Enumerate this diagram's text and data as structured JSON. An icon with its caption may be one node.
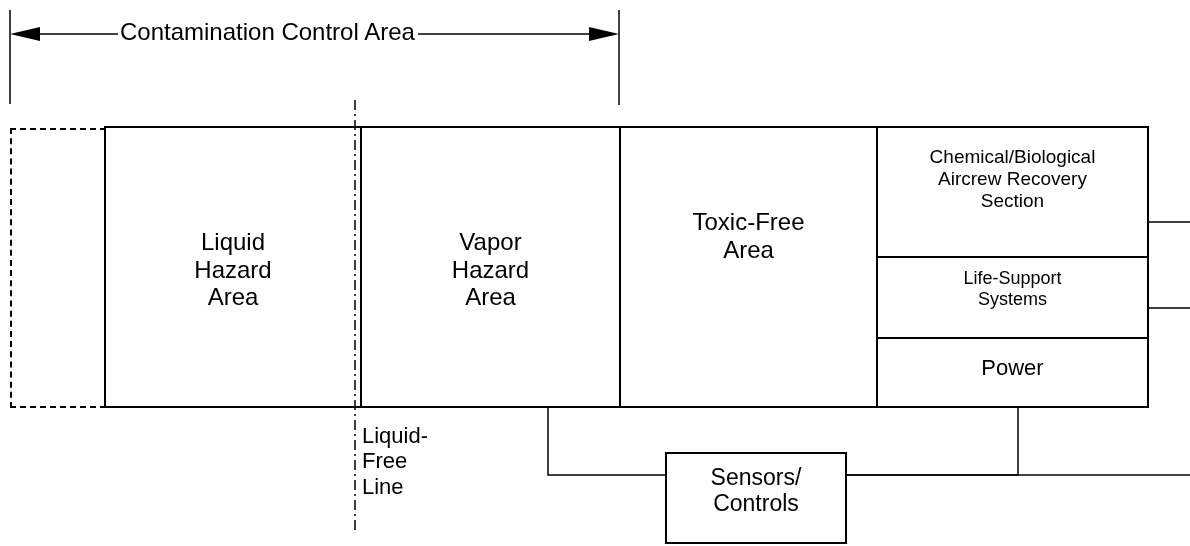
{
  "diagram": {
    "nodes": [
      {
        "text": [],
        "shape": "box"
      },
      {
        "text": [
          "Liquid Hazard Area"
        ]
      },
      {
        "text": [
          "Vapor Hazard Area"
        ]
      },
      {
        "text": [
          "Toxic-Free Area"
        ]
      },
      {
        "text": [
          "Chemical/Biological Aircrew Recovery Section"
        ]
      },
      {
        "text": [
          "Life-Support Systems"
        ]
      },
      {
        "text": [
          "Power"
        ]
      },
      {
        "text": [
          "Sensors/ Controls"
        ]
      }
    ],
    "edges": [
      {
        "from": 2,
        "to": 7,
        "arrow": "none"
      },
      {
        "from": 6,
        "to": 7,
        "arrow": "none"
      },
      {
        "from": 7,
        "to": null,
        "arrow": "none"
      },
      {
        "from": 4,
        "to": null,
        "arrow": "none"
      },
      {
        "from": 5,
        "to": null,
        "arrow": "none"
      }
    ],
    "labels": [
      "Contamination Control Area",
      "Liquid-Free Line"
    ]
  }
}
